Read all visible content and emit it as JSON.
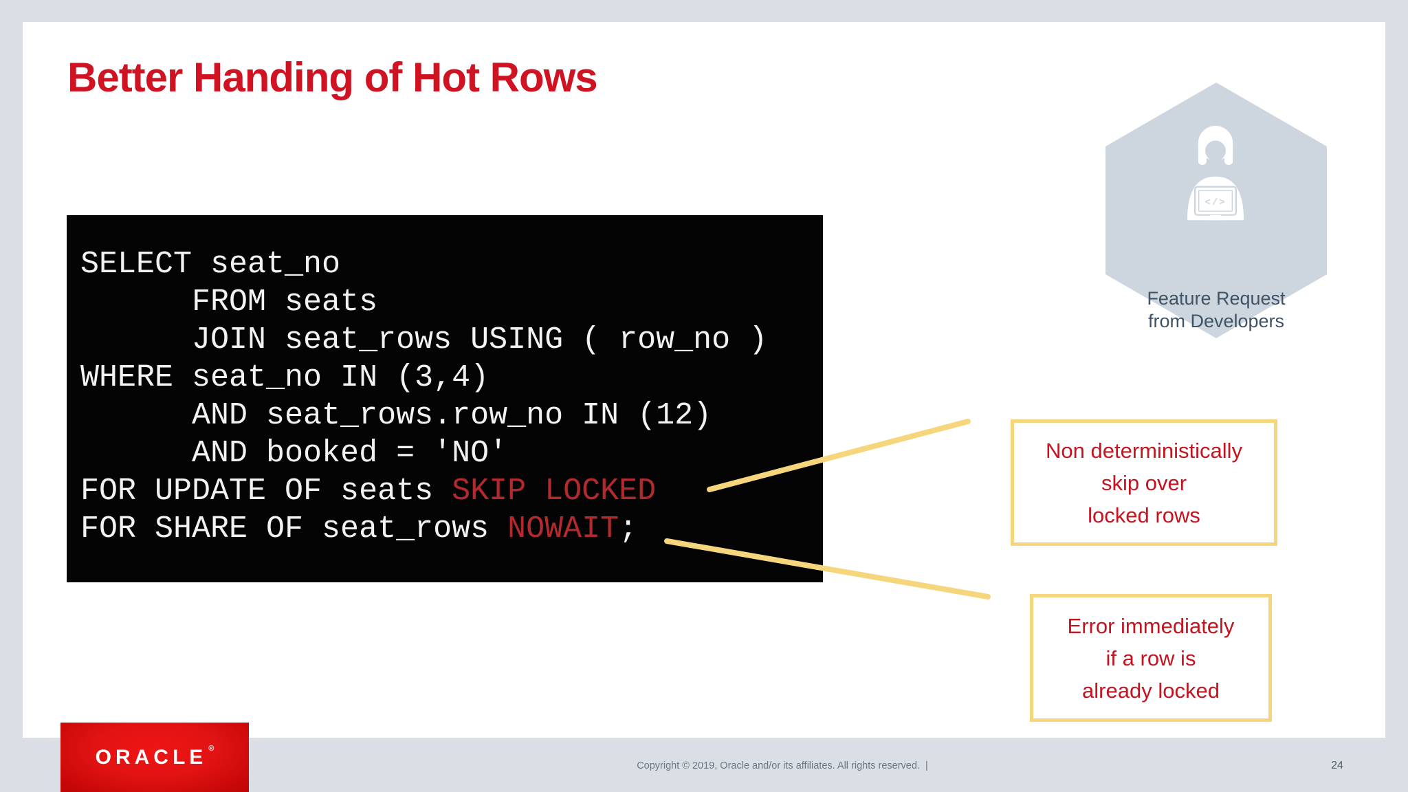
{
  "slide": {
    "title": "Better Handing of Hot Rows"
  },
  "code_block": {
    "lines": [
      {
        "text": "SELECT seat_no"
      },
      {
        "text": "      FROM seats"
      },
      {
        "text": "      JOIN seat_rows USING ( row_no )"
      },
      {
        "text": "WHERE seat_no IN (3,4)"
      },
      {
        "text": "      AND seat_rows.row_no IN (12)"
      },
      {
        "text": "      AND booked = 'NO'"
      },
      {
        "text": "FOR UPDATE OF seats ",
        "highlight": "SKIP LOCKED"
      },
      {
        "text": "FOR SHARE OF seat_rows ",
        "highlight": "NOWAIT",
        "tail": ";"
      }
    ]
  },
  "hexagon": {
    "label_line1": "Feature Request",
    "label_line2": "from Developers",
    "monitor_glyph": "</>"
  },
  "callouts": [
    {
      "lines": [
        "Non deterministically",
        "skip over",
        "locked rows"
      ]
    },
    {
      "lines": [
        "Error immediately",
        "if a row is",
        "already locked"
      ]
    }
  ],
  "footer": {
    "logo_text": "ORACLE",
    "logo_mark": "®",
    "copyright": "Copyright © 2019, Oracle and/or its affiliates. All rights reserved.  |",
    "page_number": "24"
  },
  "colors": {
    "background": "#dadfe5",
    "title_red": "#cf1322",
    "code_bg": "#040404",
    "code_text": "#f2f2f2",
    "code_keyword_red": "#b32a2e",
    "callout_border": "#f6d67c",
    "callout_text": "#c41420",
    "hexagon_fill": "#cdd6de",
    "hexagon_text": "#3f5366",
    "oracle_red": "#e21313",
    "footer_text": "#6e7682"
  }
}
